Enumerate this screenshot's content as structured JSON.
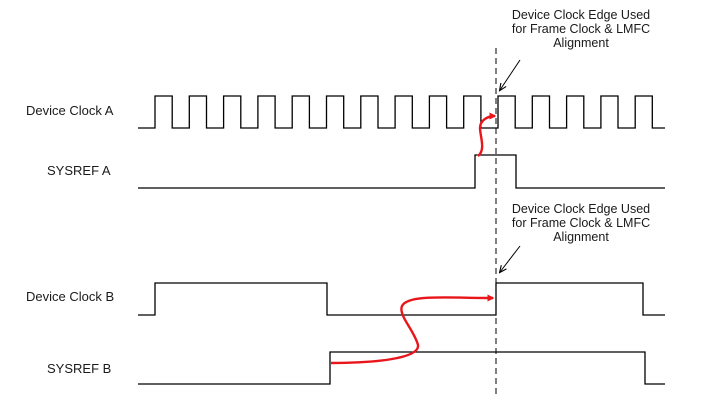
{
  "signals": {
    "device_clock_a": "Device Clock A",
    "sysref_a": "SYSREF A",
    "device_clock_b": "Device Clock B",
    "sysref_b": "SYSREF B"
  },
  "annotation_top": {
    "line1": "Device Clock Edge Used",
    "line2": "for Frame Clock & LMFC",
    "line3": "Alignment"
  },
  "annotation_bottom": {
    "line1": "Device Clock Edge Used",
    "line2": "for Frame Clock & LMFC",
    "line3": "Alignment"
  },
  "colors": {
    "waveform": "#000000",
    "causality_arrow": "#e8161b",
    "edge_marker": "#000000"
  }
}
